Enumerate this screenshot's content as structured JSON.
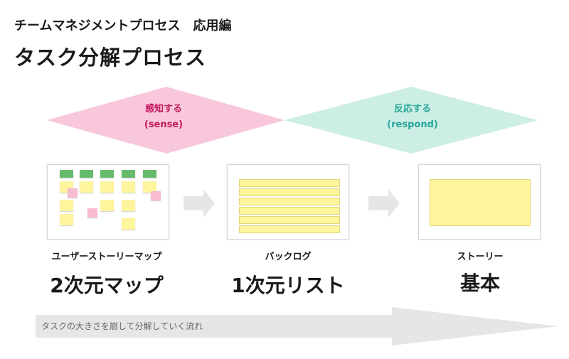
{
  "header": {
    "subtitle": "チームマネジメントプロセス　応用編",
    "title": "タスク分解プロセス"
  },
  "phases": {
    "sense": {
      "label": "感知する",
      "sub": "(sense)",
      "color": "#f8c7dc",
      "text_color": "#c2185b"
    },
    "respond": {
      "label": "反応する",
      "sub": "(respond)",
      "color": "#cdeee4",
      "text_color": "#26a69a"
    }
  },
  "stages": [
    {
      "name": "ユーザーストーリーマップ",
      "form": "2次元マップ"
    },
    {
      "name": "バックログ",
      "form": "1次元リスト"
    },
    {
      "name": "ストーリー",
      "form": "基本"
    }
  ],
  "flow": {
    "label": "タスクの大きさを崩して分解していく流れ"
  },
  "colors": {
    "sticky_yellow": "#fff59d",
    "sticky_green": "#66bb6a",
    "sticky_pink": "#f8bbd0",
    "arrow_gray": "#e6e6e6"
  }
}
